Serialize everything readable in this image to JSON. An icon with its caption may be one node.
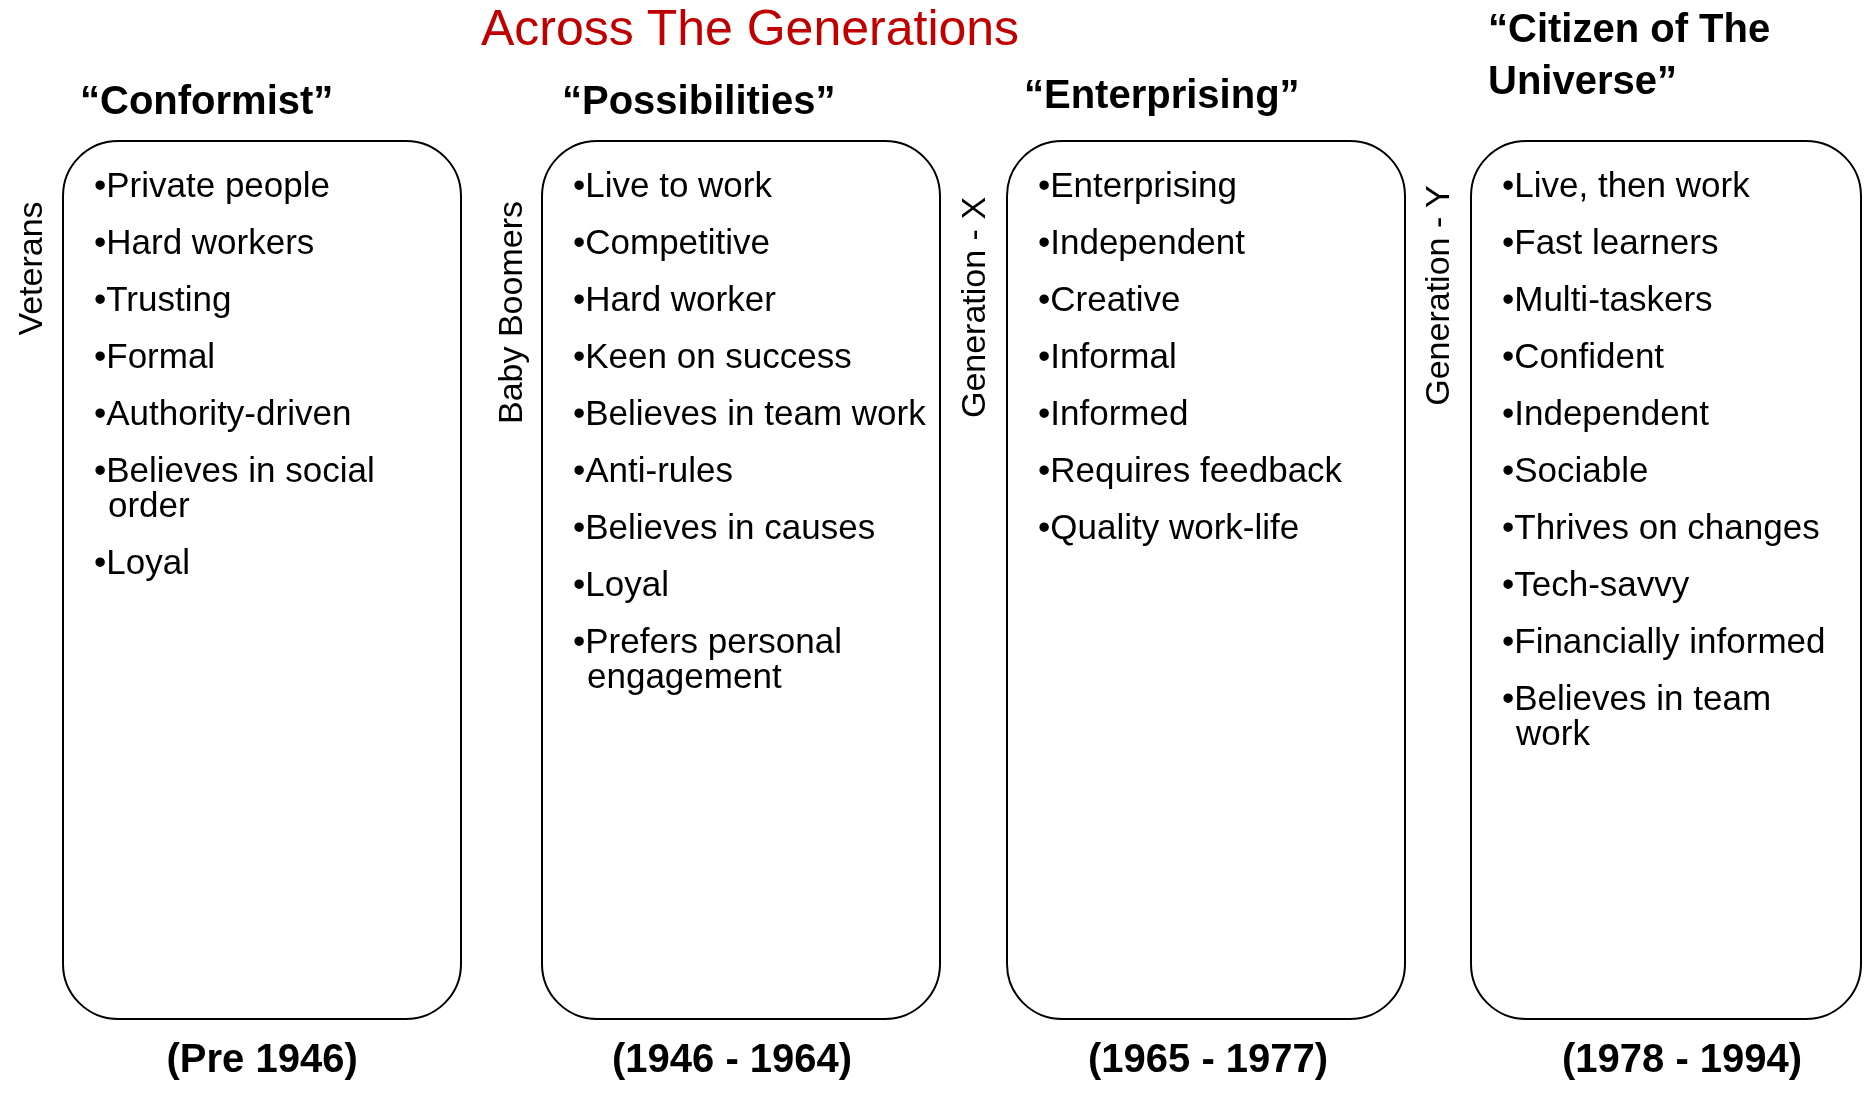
{
  "diagram": {
    "title": "Across The Generations",
    "nodes": [
      {
        "text": [
          "“Conformist”",
          "•Private people",
          "•Hard workers",
          "•Trusting",
          "•Formal",
          "•Authority-driven",
          "•Believes in social order",
          "•Loyal"
        ],
        "beside": [
          "Veterans",
          "(Pre 1946)"
        ]
      },
      {
        "text": [
          "“Possibilities”",
          "•Live to work",
          "•Competitive",
          "•Hard worker",
          "•Keen on success",
          "•Believes in team work",
          "•Anti-rules",
          "•Believes in causes",
          "•Loyal",
          "•Prefers personal engagement"
        ],
        "beside": [
          "Baby Boomers",
          "(1946 - 1964)"
        ]
      },
      {
        "text": [
          "“Enterprising”",
          "•Enterprising",
          "•Independent",
          "•Creative",
          "•Informal",
          "•Informed",
          "•Requires feedback",
          "•Quality work-life"
        ],
        "beside": [
          "Generation - X",
          "(1965 - 1977)"
        ]
      },
      {
        "text": [
          "“Citizen of The Universe”",
          "•Live, then work",
          "•Fast learners",
          "•Multi-taskers",
          "•Confident",
          "•Independent",
          "•Sociable",
          "•Thrives on changes",
          "•Tech-savvy",
          "•Financially informed",
          "•Believes in team work"
        ],
        "beside": [
          "Generation - Y",
          "(1978 - 1994)"
        ]
      }
    ]
  }
}
